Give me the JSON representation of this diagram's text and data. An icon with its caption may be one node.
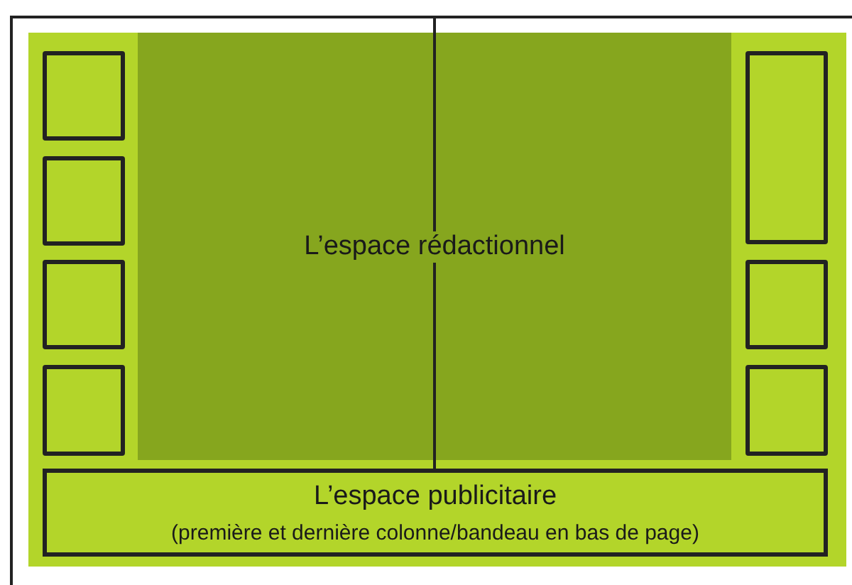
{
  "diagram": {
    "nodes": [
      {
        "text": [],
        "shape": "box"
      },
      {
        "text": [],
        "shape": "box"
      },
      {
        "text": [],
        "shape": "box"
      },
      {
        "text": [],
        "shape": "box"
      },
      {
        "text": [
          "L’espace rédactionnel"
        ]
      },
      {
        "text": [],
        "shape": "box"
      },
      {
        "text": [],
        "shape": "box"
      },
      {
        "text": [],
        "shape": "box"
      },
      {
        "text": [
          "L’espace publicitaire",
          "(première et dernière colonne/bandeau en bas de page)"
        ]
      }
    ]
  }
}
